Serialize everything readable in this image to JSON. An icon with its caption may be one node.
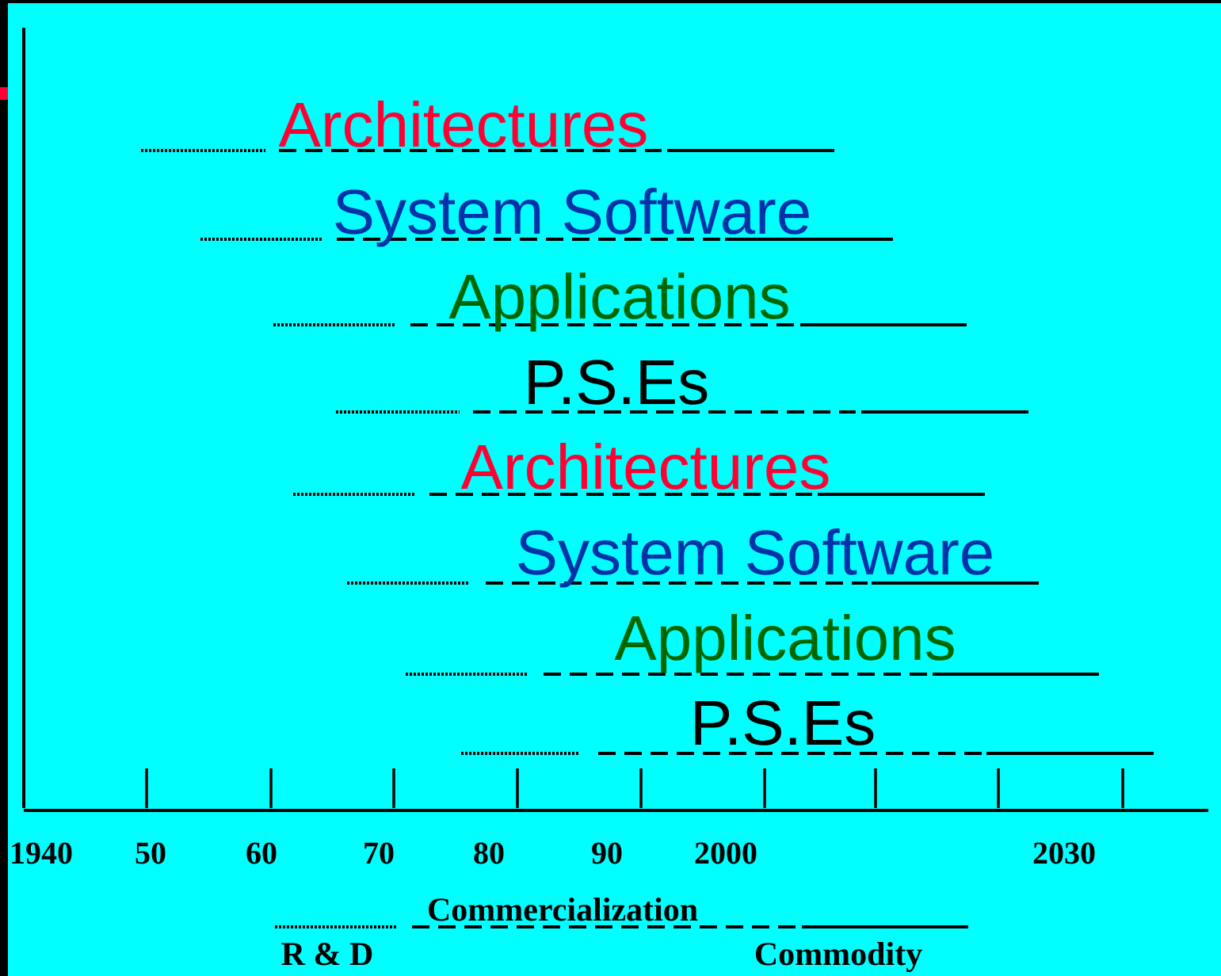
{
  "diagram": {
    "labels": [
      "Architectures",
      "System Software",
      "Applications",
      "P.S.Es",
      "Architectures",
      "System Software",
      "Applications",
      "P.S.Es",
      "1940",
      "50",
      "60",
      "70",
      "80",
      "90",
      "2000",
      "2030",
      "Commercialization",
      "R & D",
      "Commodity"
    ]
  }
}
